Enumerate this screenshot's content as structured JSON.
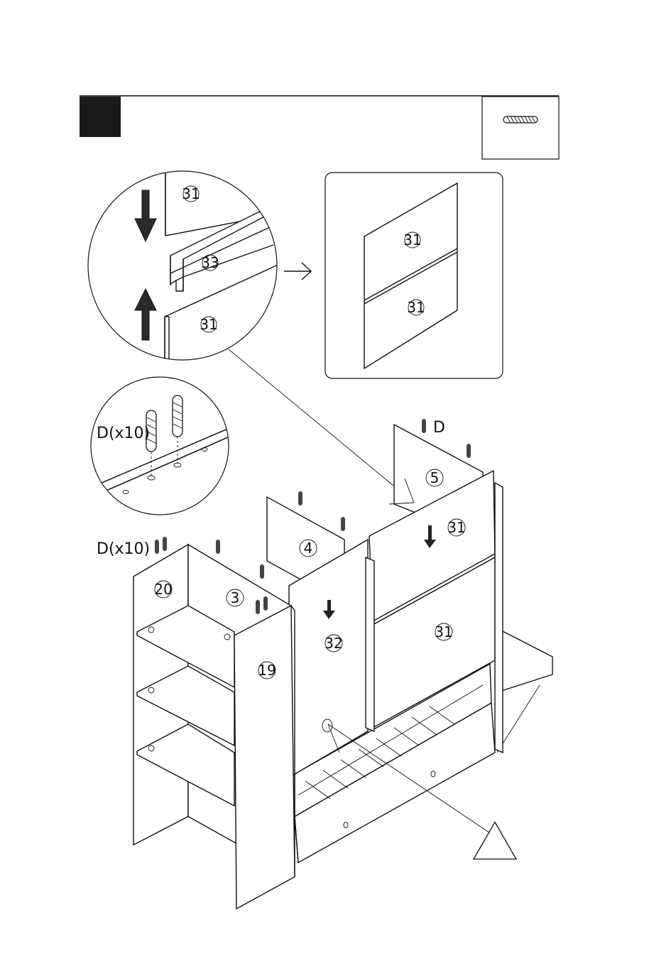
{
  "step": {
    "number": "",
    "badge_color": "#1a1a1a"
  },
  "labels": {
    "part_31_top": "31",
    "part_33": "33",
    "part_31_bottom": "31",
    "part_31_result_top": "31",
    "part_31_result_bottom": "31",
    "dowel_detail": "D(x10)",
    "dowel_main": "D(x10)",
    "dowel_single": "D",
    "part_5": "5",
    "part_4": "4",
    "part_3": "3",
    "part_20": "20",
    "part_19": "19",
    "part_32": "32",
    "part_31_main_top": "31",
    "part_31_main_bottom": "31"
  },
  "icons": {
    "hardware": "dowel-icon",
    "warning": "caution-triangle-icon",
    "press_down": "arrow-down-icon",
    "press_up": "arrow-up-icon"
  }
}
